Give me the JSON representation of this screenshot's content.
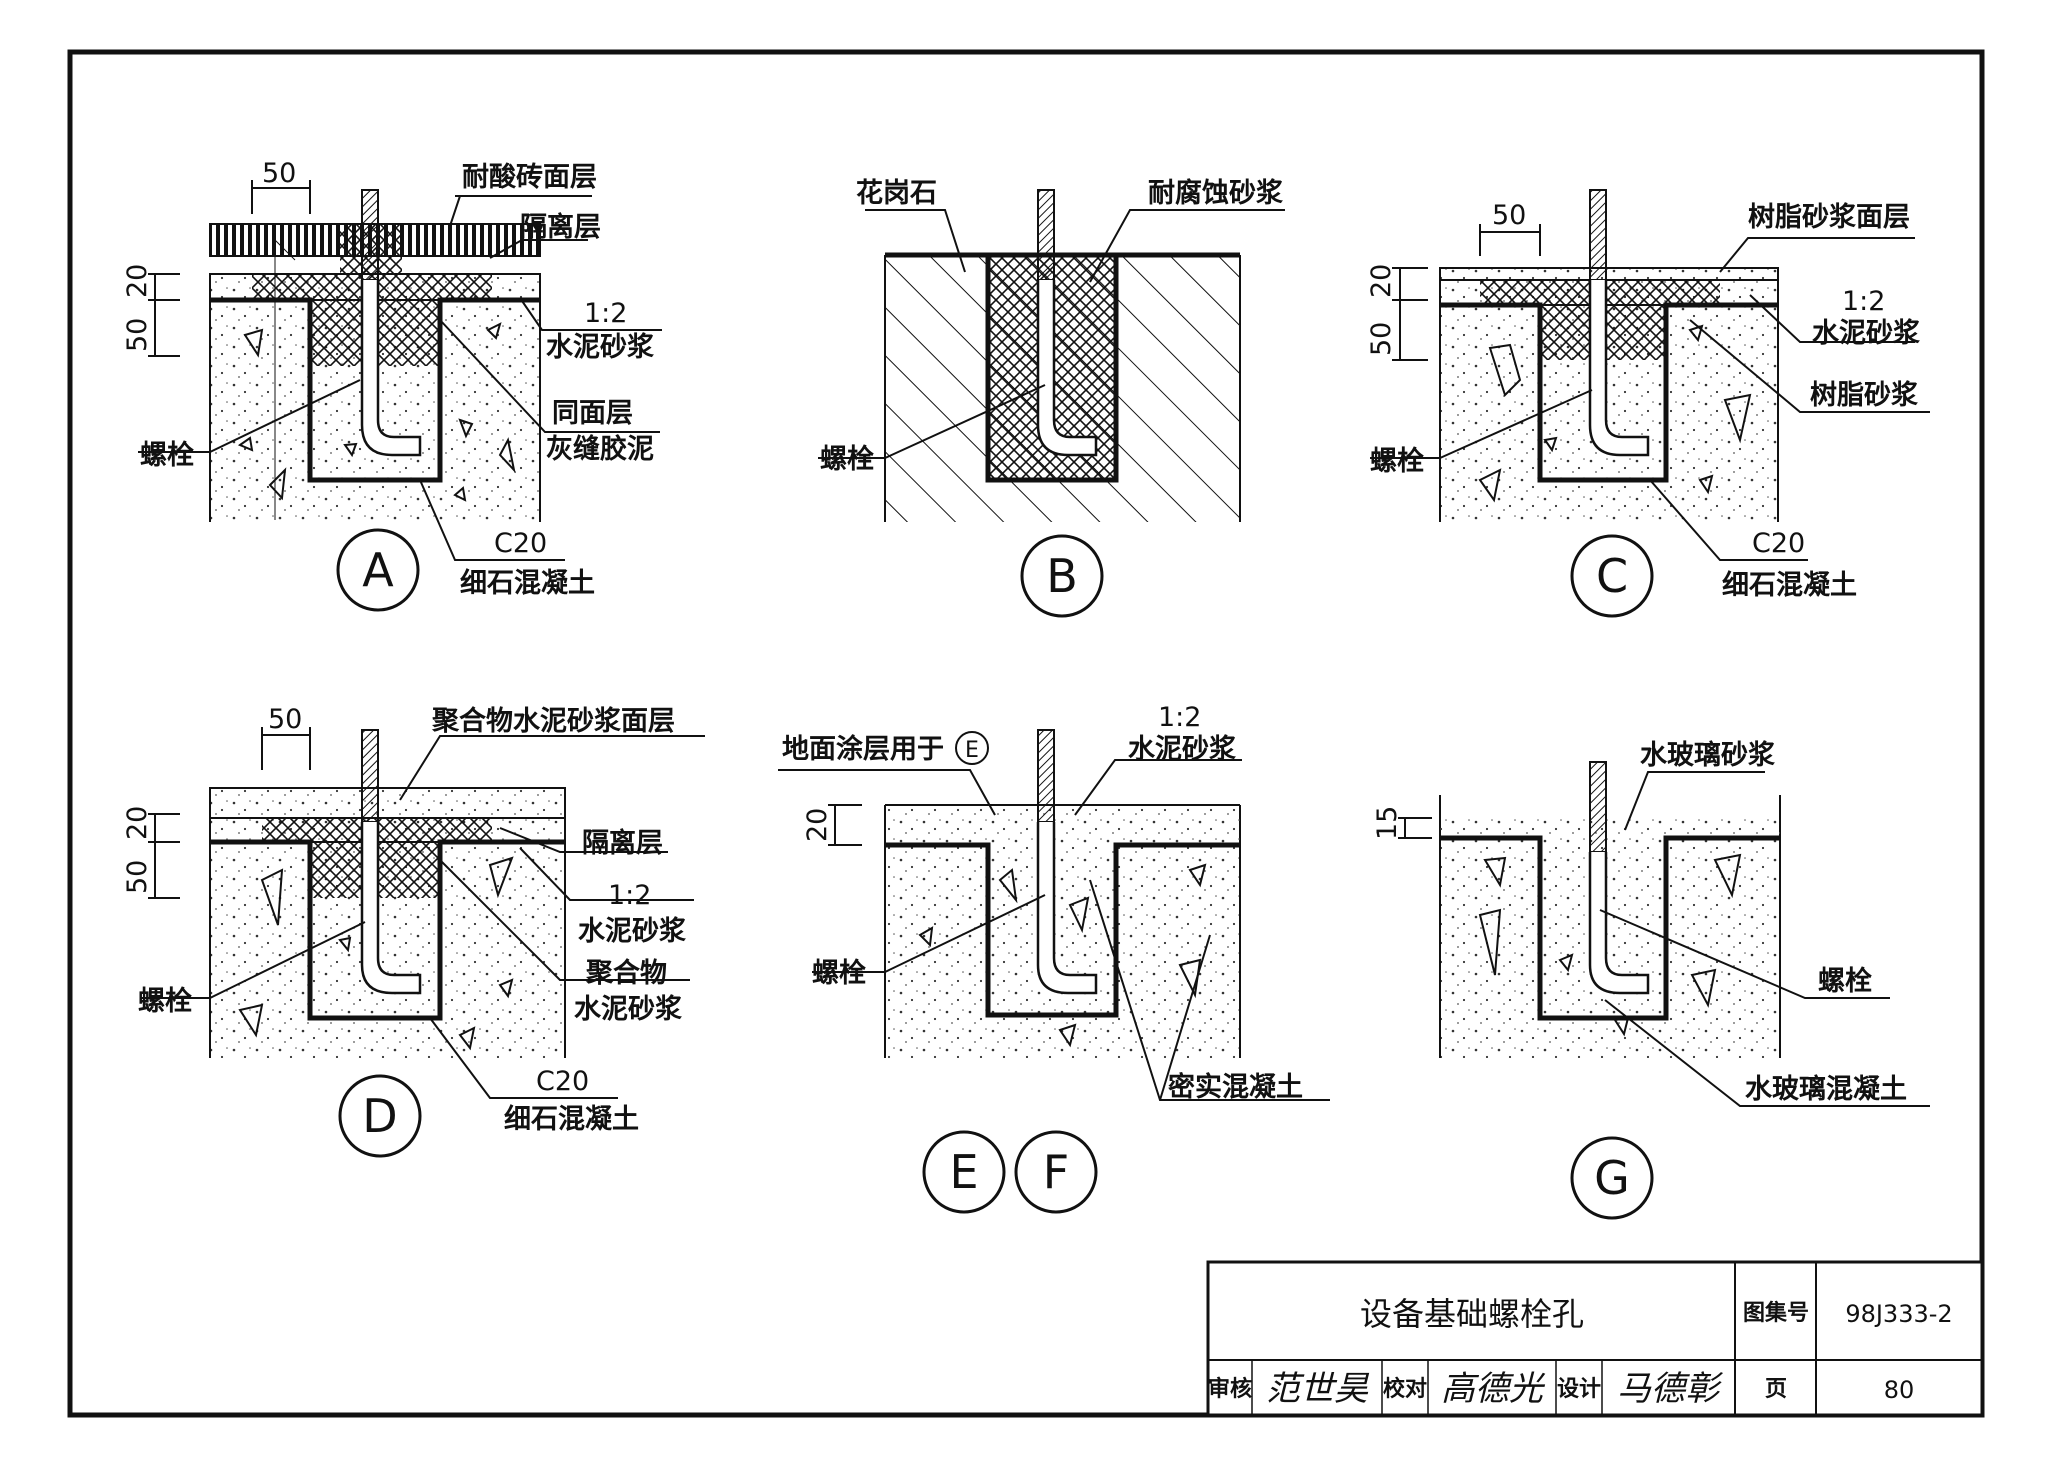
{
  "details": {
    "A": {
      "id": "A",
      "dim_top": "50",
      "dim_side": [
        "20",
        "50"
      ],
      "labels": {
        "acid_brick": "耐酸砖面层",
        "isolation": "隔离层",
        "ratio": "1:2",
        "cement_mortar": "水泥砂浆",
        "same_surface": "同面层",
        "joint_cement": "灰缝胶泥",
        "bolt": "螺栓",
        "grade": "C20",
        "fine_concrete": "细石混凝土"
      }
    },
    "B": {
      "id": "B",
      "labels": {
        "granite": "花岗石",
        "anticorrosion_mortar": "耐腐蚀砂浆",
        "bolt": "螺栓"
      }
    },
    "C": {
      "id": "C",
      "dim_top": "50",
      "dim_side": [
        "20",
        "50"
      ],
      "labels": {
        "resin_surface": "树脂砂浆面层",
        "ratio": "1:2",
        "cement_mortar": "水泥砂浆",
        "resin_mortar": "树脂砂浆",
        "bolt": "螺栓",
        "grade": "C20",
        "fine_concrete": "细石混凝土"
      }
    },
    "D": {
      "id": "D",
      "dim_top": "50",
      "dim_side": [
        "20",
        "50"
      ],
      "labels": {
        "polymer_surface": "聚合物水泥砂浆面层",
        "isolation": "隔离层",
        "ratio": "1:2",
        "cement_mortar": "水泥砂浆",
        "polymer": "聚合物",
        "polymer_cement": "水泥砂浆",
        "bolt": "螺栓",
        "grade": "C20",
        "fine_concrete": "细石混凝土"
      }
    },
    "EF": {
      "ids": [
        "E",
        "F"
      ],
      "dim_side": "20",
      "labels": {
        "floor_coating": "地面涂层用于",
        "floor_coating_ref": "E",
        "ratio": "1:2",
        "cement_mortar": "水泥砂浆",
        "bolt": "螺栓",
        "dense_concrete": "密实混凝土"
      }
    },
    "G": {
      "id": "G",
      "dim_side": "15",
      "labels": {
        "water_glass_mortar": "水玻璃砂浆",
        "bolt": "螺栓",
        "water_glass_concrete": "水玻璃混凝土"
      }
    }
  },
  "title_block": {
    "title": "设备基础螺栓孔",
    "atlas_label": "图集号",
    "atlas_no": "98J333-2",
    "review_label": "审核",
    "review_sig": "范世昊",
    "check_label": "校对",
    "check_sig": "高德光",
    "design_label": "设计",
    "design_sig": "马德彰",
    "page_label": "页",
    "page_no": "80"
  }
}
